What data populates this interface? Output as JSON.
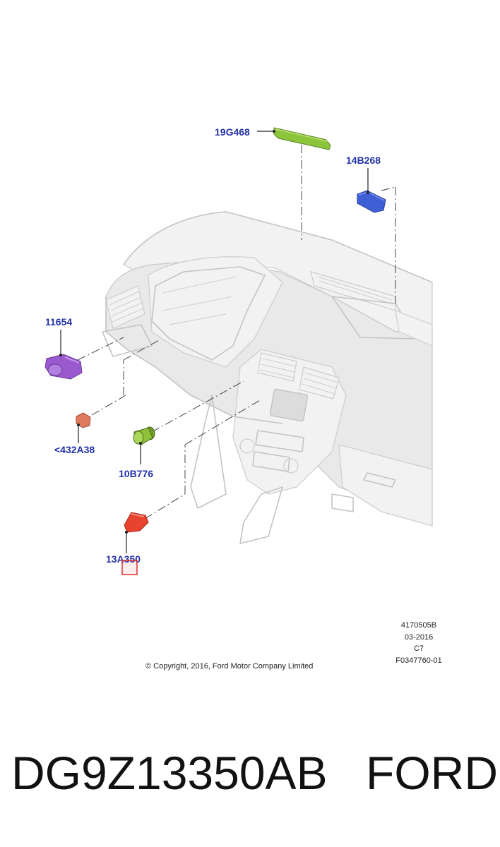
{
  "callouts": {
    "part_19g468": "19G468",
    "part_14b268": "14B268",
    "part_11654": "11654",
    "part_432a38": "<432A38",
    "part_10b776": "10B776",
    "part_13a350": "13A350"
  },
  "drawing_info": {
    "ref": "4170505B",
    "date": "03-2016",
    "code": "C7",
    "figure": "F0347760-01"
  },
  "copyright": "© Copyright, 2016, Ford Motor Company Limited",
  "footer": {
    "part_number": "DG9Z13350AB",
    "brand": "FORD"
  },
  "colors": {
    "part_19g468": "#8cc43c",
    "part_14b268": "#3f5fd6",
    "part_11654": "#9b59d0",
    "part_432a38": "#e07a5f",
    "part_10b776": "#8fc23a",
    "part_13a350": "#e8432e",
    "callout_text": "#2433a8",
    "highlight_box": "#e02b2b"
  }
}
